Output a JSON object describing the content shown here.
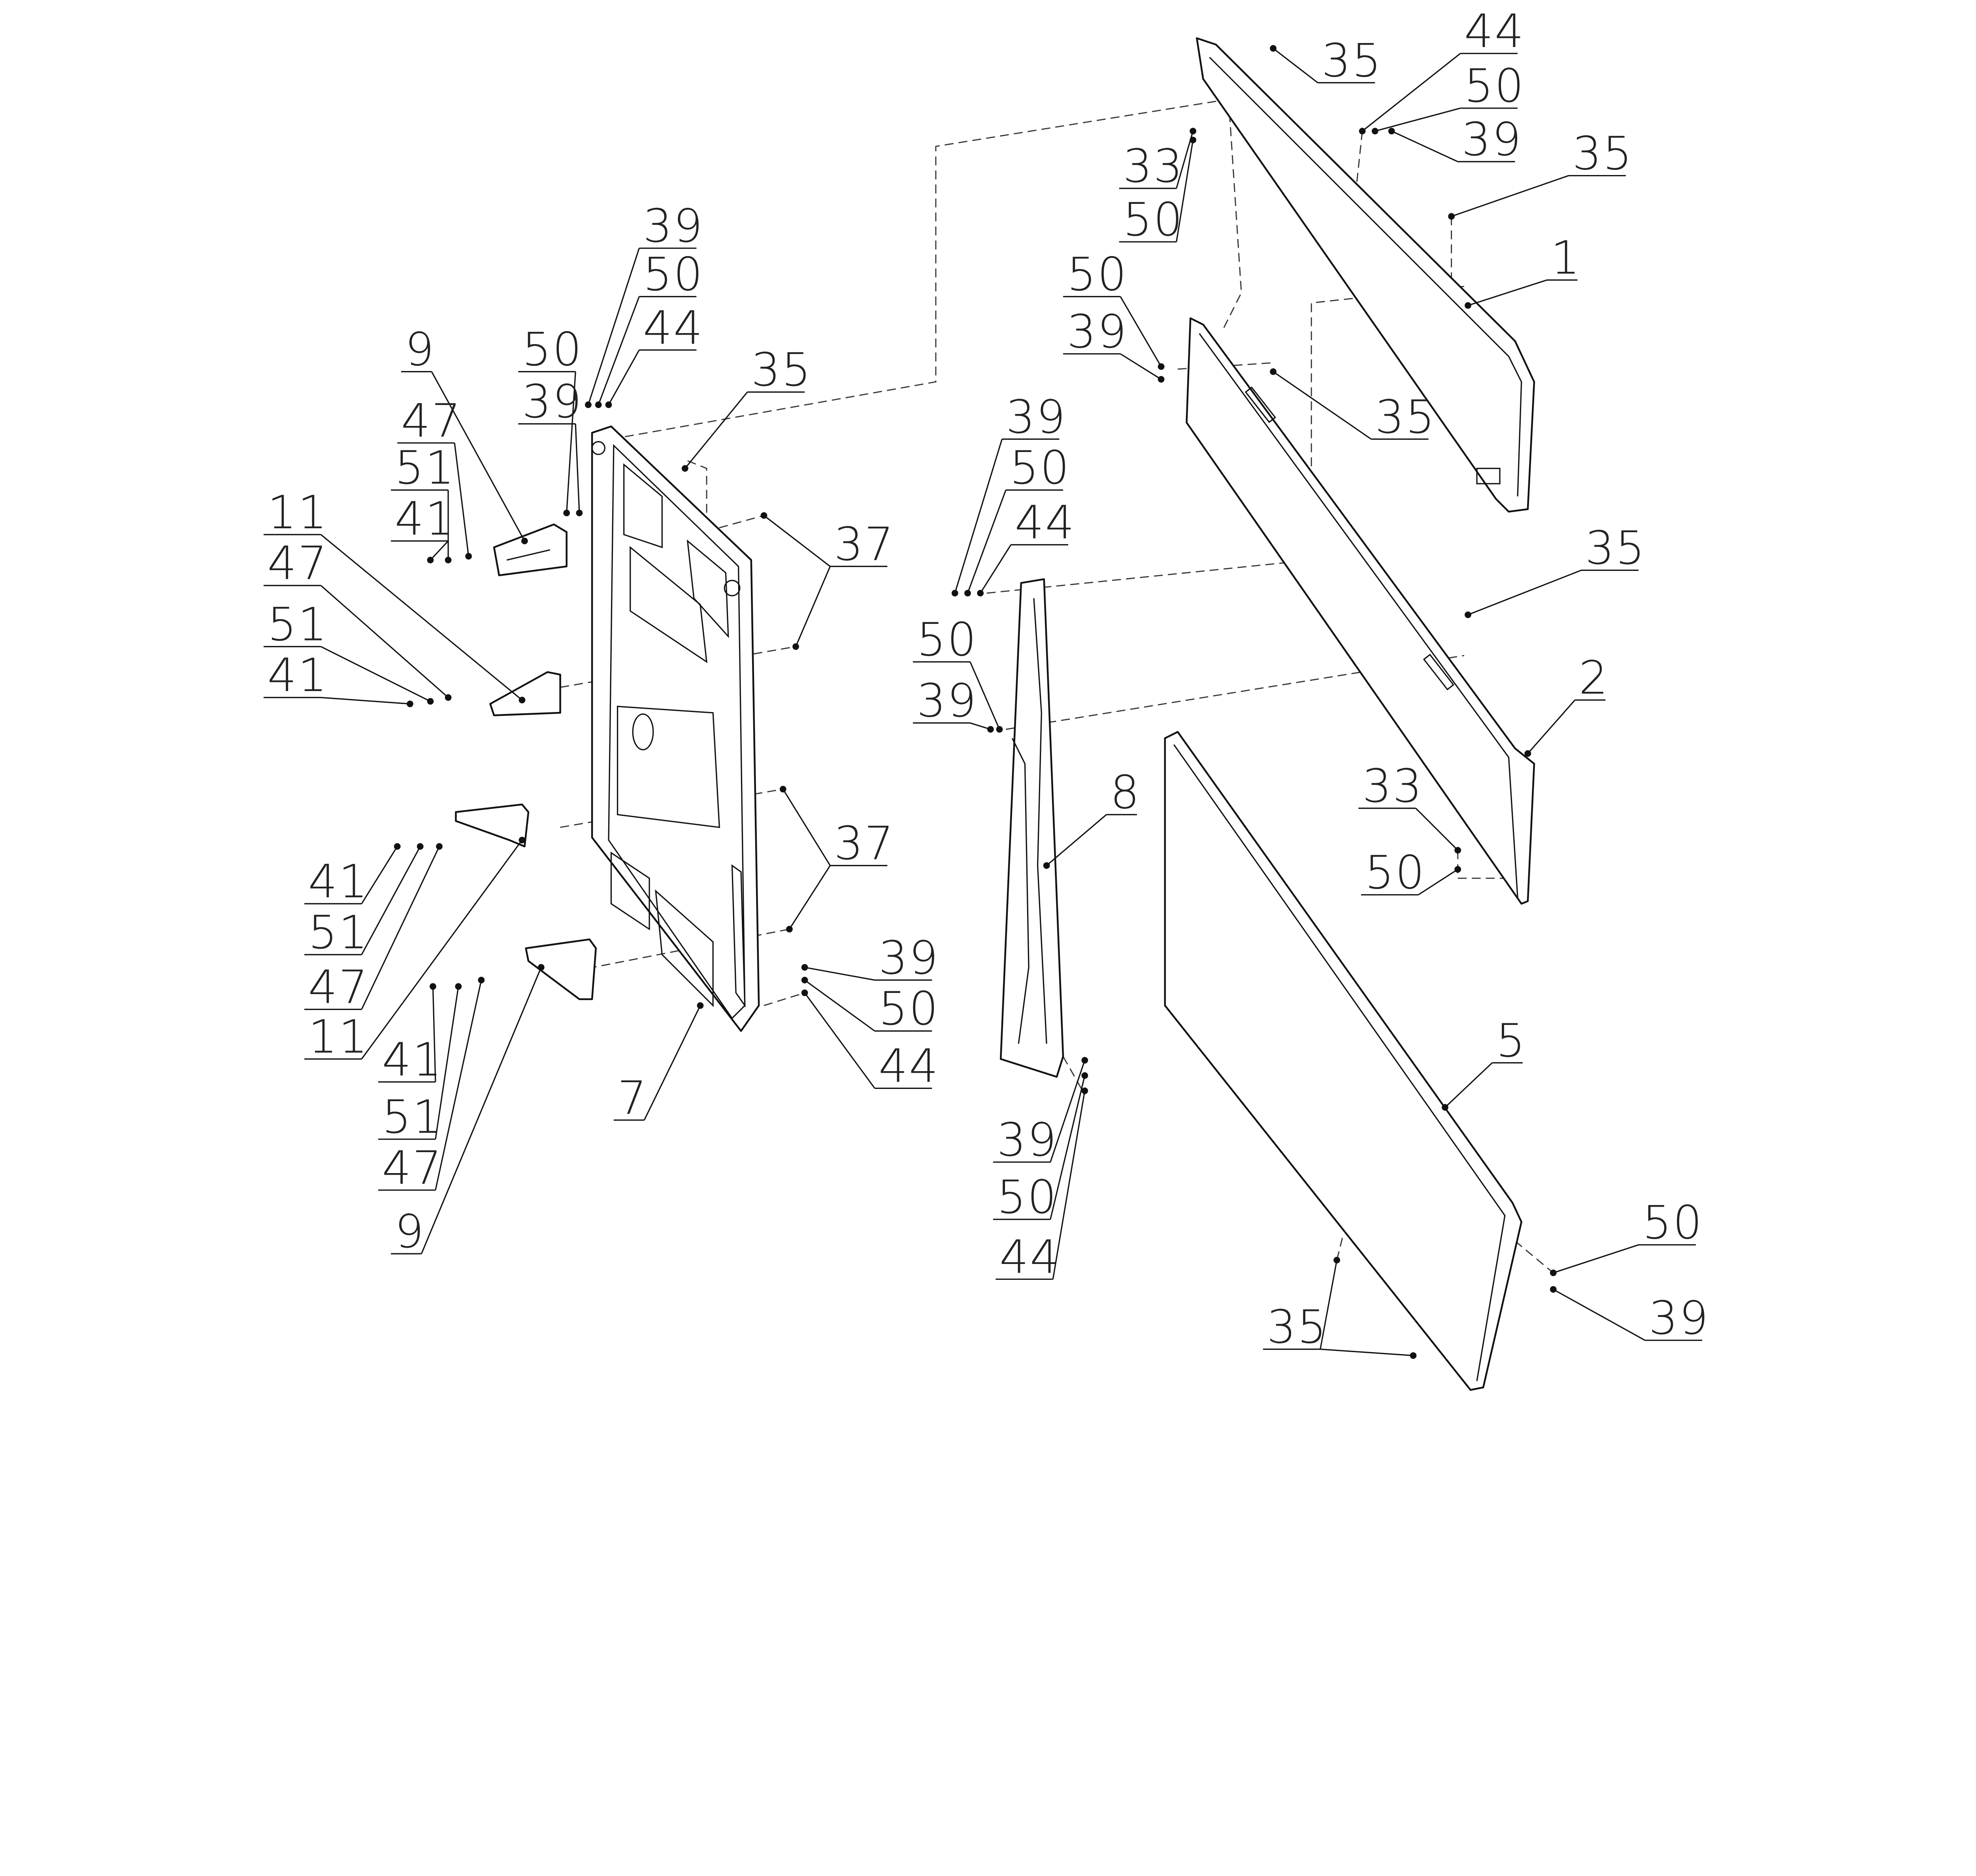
{
  "diagram": {
    "type": "exploded-assembly-view",
    "callouts": [
      {
        "label": "35"
      },
      {
        "label": "44"
      },
      {
        "label": "50"
      },
      {
        "label": "39"
      },
      {
        "label": "33"
      },
      {
        "label": "50"
      },
      {
        "label": "35"
      },
      {
        "label": "1"
      },
      {
        "label": "50"
      },
      {
        "label": "39"
      },
      {
        "label": "35"
      },
      {
        "label": "35"
      },
      {
        "label": "2"
      },
      {
        "label": "33"
      },
      {
        "label": "50"
      },
      {
        "label": "5"
      },
      {
        "label": "50"
      },
      {
        "label": "39"
      },
      {
        "label": "35"
      },
      {
        "label": "39"
      },
      {
        "label": "50"
      },
      {
        "label": "44"
      },
      {
        "label": "50"
      },
      {
        "label": "39"
      },
      {
        "label": "8"
      },
      {
        "label": "39"
      },
      {
        "label": "50"
      },
      {
        "label": "44"
      },
      {
        "label": "39"
      },
      {
        "label": "50"
      },
      {
        "label": "44"
      },
      {
        "label": "35"
      },
      {
        "label": "50"
      },
      {
        "label": "39"
      },
      {
        "label": "9"
      },
      {
        "label": "47"
      },
      {
        "label": "51"
      },
      {
        "label": "41"
      },
      {
        "label": "11"
      },
      {
        "label": "47"
      },
      {
        "label": "51"
      },
      {
        "label": "41"
      },
      {
        "label": "37"
      },
      {
        "label": "37"
      },
      {
        "label": "41"
      },
      {
        "label": "51"
      },
      {
        "label": "47"
      },
      {
        "label": "11"
      },
      {
        "label": "39"
      },
      {
        "label": "50"
      },
      {
        "label": "44"
      },
      {
        "label": "41"
      },
      {
        "label": "51"
      },
      {
        "label": "47"
      },
      {
        "label": "9"
      },
      {
        "label": "7"
      }
    ]
  }
}
